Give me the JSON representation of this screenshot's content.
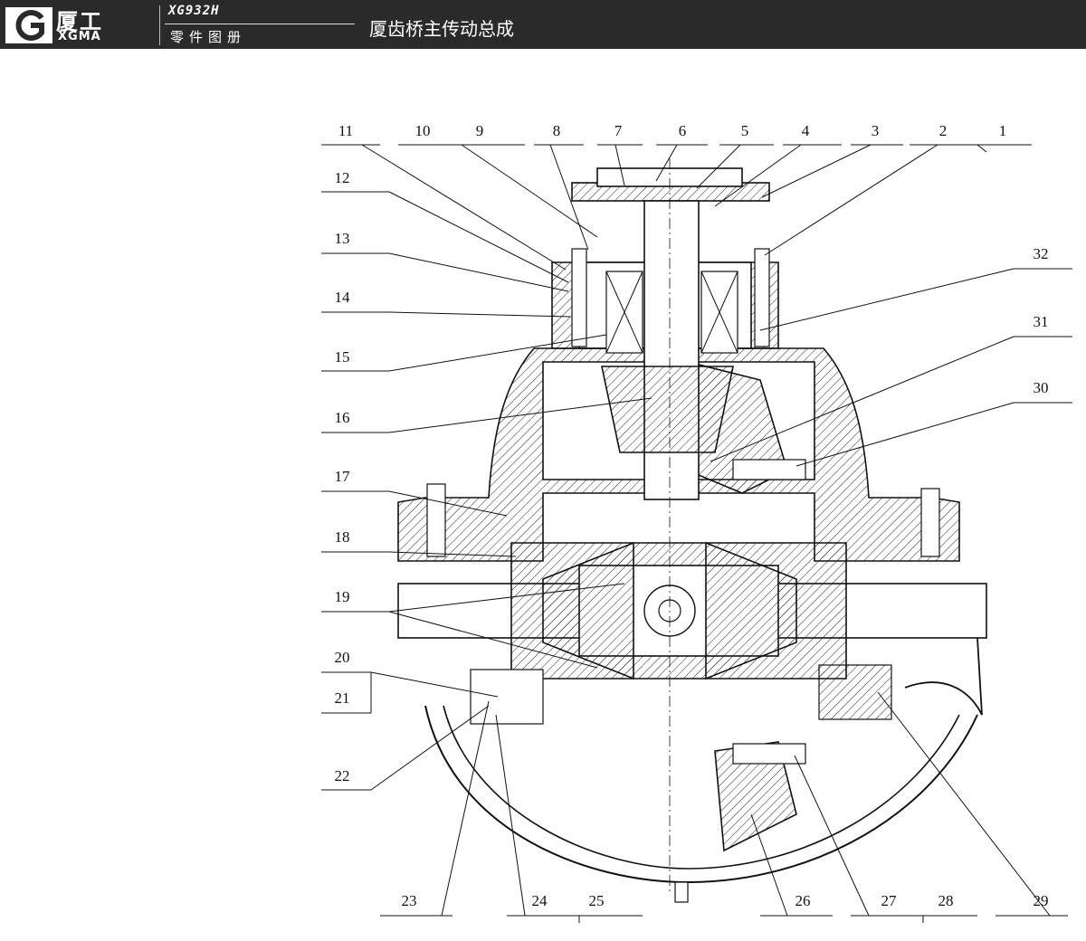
{
  "header": {
    "logo_icon": "xgma-g-logo-icon",
    "brand_cn": "厦工",
    "brand_en": "XGMA",
    "model": "XG932H",
    "catalog": "零件图册",
    "title": "厦齿桥主传动总成"
  },
  "callouts": {
    "top_row": [
      "11",
      "10",
      "9",
      "8",
      "7",
      "6",
      "5",
      "4",
      "3",
      "2",
      "1"
    ],
    "left_col": [
      "12",
      "13",
      "14",
      "15",
      "16",
      "17",
      "18",
      "19",
      "20",
      "21",
      "22"
    ],
    "right_col": [
      "32",
      "31",
      "30"
    ],
    "bottom_row": [
      "23",
      "24",
      "25",
      "26",
      "27",
      "28",
      "29"
    ]
  },
  "colors": {
    "header_bg": "#2a2a2a",
    "line": "#111111"
  }
}
